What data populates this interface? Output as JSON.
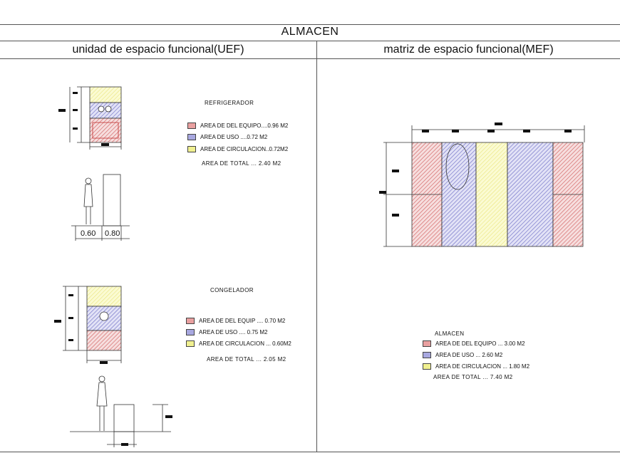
{
  "title": "ALMACEN",
  "left_header": "unidad de espacio funcional(UEF)",
  "right_header": "matriz de espacio funcional(MEF)",
  "colors": {
    "equipo": "#e07a7a",
    "uso": "#7f7fd0",
    "circulacion": "#ecec88"
  },
  "refrigerador": {
    "name": "REFRIGERADOR",
    "items": [
      {
        "key": "equipo",
        "text": "AREA DE DEL EQUIPO....0.96 M2"
      },
      {
        "key": "uso",
        "text": "AREA DE USO ....0.72 M2"
      },
      {
        "key": "circulacion",
        "text": "AREA DE CIRCULACION..0.72M2"
      }
    ],
    "total": "AREA DE TOTAL ... 2.40 M2",
    "dims": [
      "0.60",
      "0.80"
    ]
  },
  "congelador": {
    "name": "CONGELADOR",
    "items": [
      {
        "key": "equipo",
        "text": "AREA DE DEL EQUIP .... 0.70 M2"
      },
      {
        "key": "uso",
        "text": "AREA DE USO .... 0.75 M2"
      },
      {
        "key": "circulacion",
        "text": "AREA DE CIRCULACION ... 0.60M2"
      }
    ],
    "total": "AREA DE TOTAL ... 2.05 M2"
  },
  "almacen": {
    "name": "ALMACEN",
    "items": [
      {
        "key": "equipo",
        "text": "AREA DE DEL EQUIPO ... 3.00 M2"
      },
      {
        "key": "uso",
        "text": "AREA DE USO ... 2.60 M2"
      },
      {
        "key": "circulacion",
        "text": "AREA DE CIRCULACION ... 1.80 M2"
      }
    ],
    "total": "AREA DE TOTAL ... 7.40 M2"
  }
}
